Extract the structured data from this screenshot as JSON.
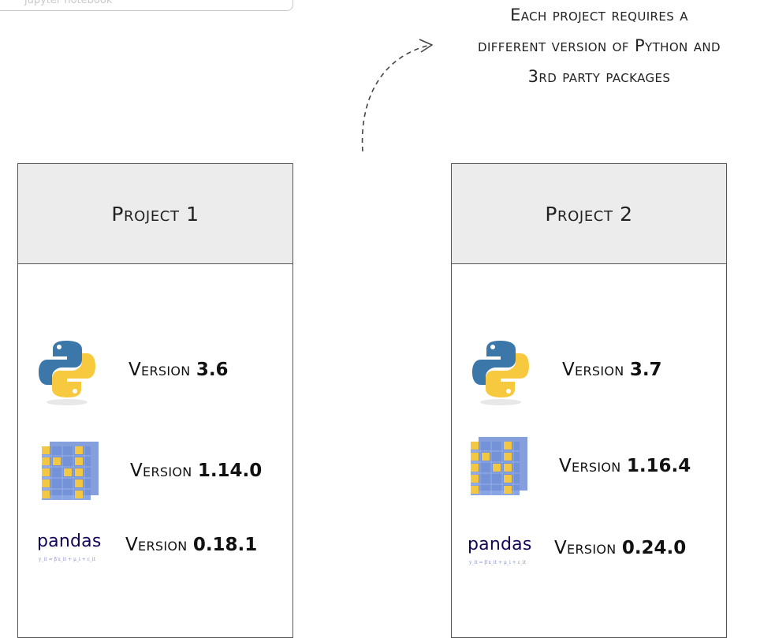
{
  "top_box_text": "jupyter notebook",
  "annotation": {
    "line1": "Each project requires a",
    "line2": "different version of Python and",
    "line3": "3rd party packages"
  },
  "colors": {
    "header_bg": "#ececec",
    "border": "#555555",
    "python_blue": "#3b77a8",
    "python_yellow": "#f7c93e",
    "numpy_blue": "#6f8ed6",
    "numpy_yellow": "#f2c744",
    "pandas_text": "#150458"
  },
  "projects": [
    {
      "title": "Project 1",
      "python": {
        "label": "Version",
        "version": "3.6"
      },
      "numpy": {
        "label": "Version",
        "version": "1.14.0"
      },
      "pandas": {
        "logo_text": "pandas",
        "formula": "y_it = β′x_it + μ_i + ε_it",
        "label": "Version",
        "version": "0.18.1"
      }
    },
    {
      "title": "Project 2",
      "python": {
        "label": "Version",
        "version": "3.7"
      },
      "numpy": {
        "label": "Version",
        "version": "1.16.4"
      },
      "pandas": {
        "logo_text": "pandas",
        "formula": "y_it = β′x_it + μ_i + ε_it",
        "label": "Version",
        "version": "0.24.0"
      }
    }
  ]
}
